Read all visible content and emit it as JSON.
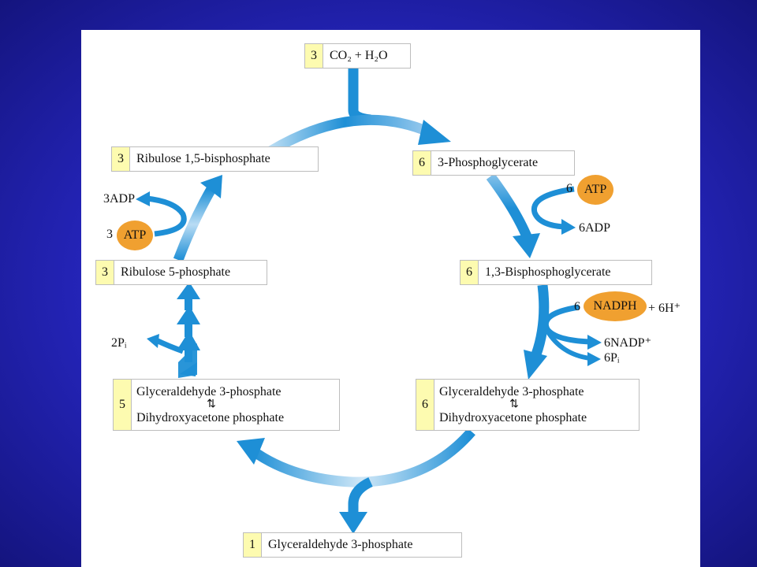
{
  "boxes": {
    "co2": {
      "num": "3",
      "label": "CO₂ + H₂O"
    },
    "pga": {
      "num": "6",
      "label": "3-Phosphoglycerate"
    },
    "bpg": {
      "num": "6",
      "label": "1,3-Bisphosphoglycerate"
    },
    "g3p_right": {
      "num": "6",
      "line1": "Glyceraldehyde 3-phosphate",
      "line2": "Dihydroxyacetone phosphate"
    },
    "g3p_left": {
      "num": "5",
      "line1": "Glyceraldehyde 3-phosphate",
      "line2": "Dihydroxyacetone phosphate"
    },
    "r5p": {
      "num": "3",
      "label": "Ribulose 5-phosphate"
    },
    "rubp": {
      "num": "3",
      "label": "Ribulose 1,5-bisphosphate"
    },
    "output": {
      "num": "1",
      "label": "Glyceraldehyde 3-phosphate"
    }
  },
  "equilibrium_symbol": "⇅",
  "cofactors": {
    "atp_right": {
      "coef": "6",
      "name": "ATP"
    },
    "adp_right": "6ADP",
    "nadph": {
      "coef": "6",
      "name": "NADPH",
      "extra": "+ 6H⁺"
    },
    "nadp": "6NADP⁺",
    "pi_right": "6Pᵢ",
    "adp_left": "3ADP",
    "atp_left": {
      "coef": "3",
      "name": "ATP"
    },
    "pi_left": "2Pᵢ"
  },
  "colors": {
    "arrow": "#1e8fd6",
    "arrow_light": "#cfe7f7",
    "atp_oval": "#f0a030",
    "num_cell": "#fdfbb0",
    "background": "#2828c0"
  }
}
